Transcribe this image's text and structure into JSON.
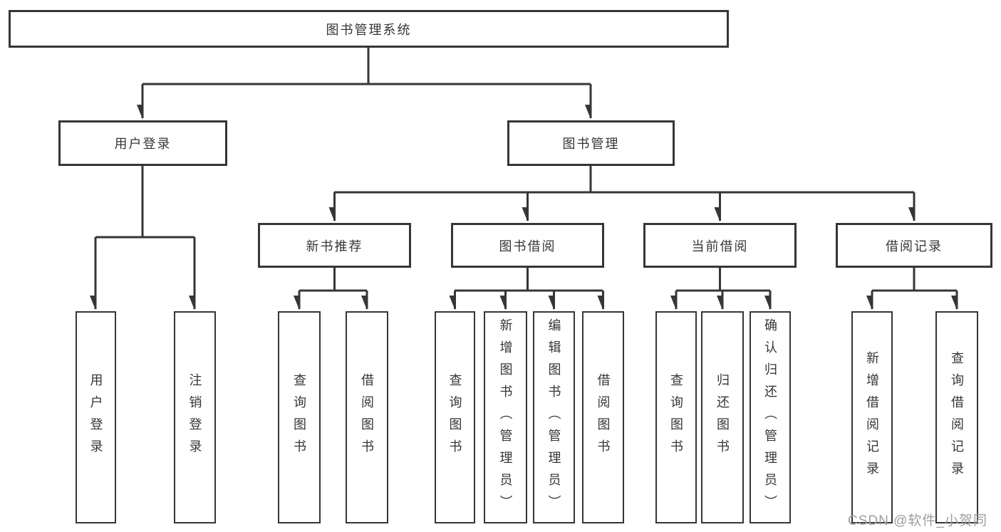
{
  "watermark": "CSDN @软件_小贺同学",
  "colors": {
    "line": "#363636",
    "box_border": "#363636",
    "text": "#363636",
    "background": "#ffffff",
    "watermark": "#9e9e9e"
  },
  "diagram_type": "function-structure-tree",
  "tree": {
    "label": "图书管理系统",
    "children": [
      {
        "label": "用户登录",
        "children": [
          {
            "label": "用户登录"
          },
          {
            "label": "注销登录"
          }
        ]
      },
      {
        "label": "图书管理",
        "children": [
          {
            "label": "新书推荐",
            "children": [
              {
                "label": "查询图书"
              },
              {
                "label": "借阅图书"
              }
            ]
          },
          {
            "label": "图书借阅",
            "children": [
              {
                "label": "查询图书"
              },
              {
                "label": "新增图书（管理员）"
              },
              {
                "label": "编辑图书（管理员）"
              },
              {
                "label": "借阅图书"
              }
            ]
          },
          {
            "label": "当前借阅",
            "children": [
              {
                "label": "查询图书"
              },
              {
                "label": "归还图书"
              },
              {
                "label": "确认归还（管理员）"
              }
            ]
          },
          {
            "label": "借阅记录",
            "children": [
              {
                "label": "新增借阅记录"
              },
              {
                "label": "查询借阅记录"
              }
            ]
          }
        ]
      }
    ]
  }
}
